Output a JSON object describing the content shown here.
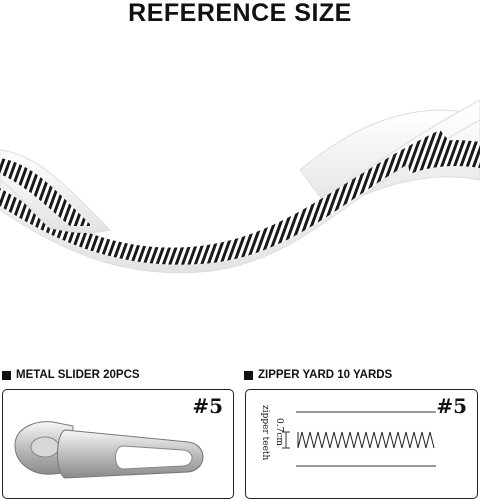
{
  "header": {
    "title": "REFERENCE SIZE"
  },
  "left_panel": {
    "caption": "METAL SLIDER 20PCS",
    "size_label": "#5"
  },
  "right_panel": {
    "caption": "ZIPPER YARD 10 YARDS",
    "size_label": "#5",
    "dimension_label": "0.7cm",
    "teeth_label": "zipper teeth"
  },
  "colors": {
    "text": "#111111",
    "tape": "#f4f4f4",
    "teeth": "#1a1a1a"
  }
}
